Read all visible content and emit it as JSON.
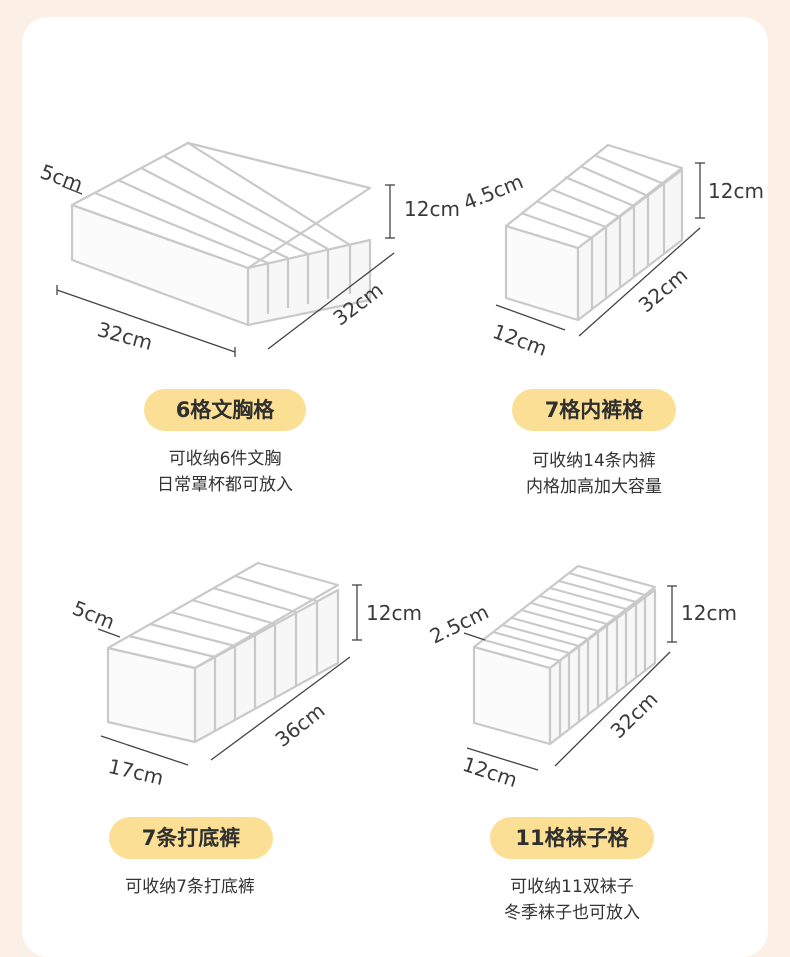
{
  "products": [
    {
      "title": "6格文胸格",
      "lines": [
        "可收纳6件文胸",
        "日常罩杯都可放入"
      ],
      "dims": {
        "compartment": "5cm",
        "height": "12cm",
        "depth": "32cm",
        "width": "32cm"
      }
    },
    {
      "title": "7格内裤格",
      "lines": [
        "可收纳14条内裤",
        "内格加高加大容量"
      ],
      "dims": {
        "compartment": "4.5cm",
        "height": "12cm",
        "depth": "32cm",
        "width": "12cm"
      }
    },
    {
      "title": "7条打底裤",
      "lines": [
        "可收纳7条打底裤"
      ],
      "dims": {
        "compartment": "5cm",
        "height": "12cm",
        "depth": "36cm",
        "width": "17cm"
      }
    },
    {
      "title": "11格袜子格",
      "lines": [
        "可收纳11双袜子",
        "冬季袜子也可放入"
      ],
      "dims": {
        "compartment": "2.5cm",
        "height": "12cm",
        "depth": "32cm",
        "width": "12cm"
      }
    }
  ]
}
